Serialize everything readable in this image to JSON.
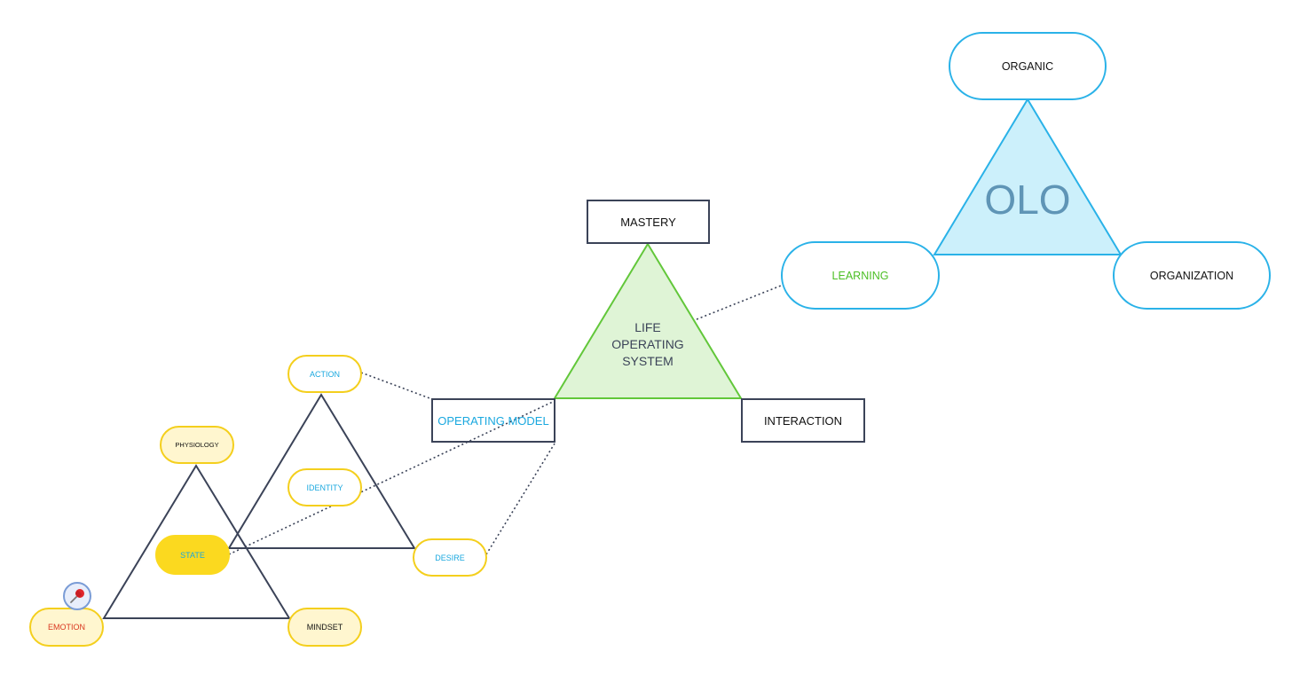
{
  "colors": {
    "blue_border": "#2ab2e8",
    "blue_fill": "#ccf0fb",
    "olo_text": "#5f95b6",
    "green_border": "#62c73a",
    "green_fill": "#dff4d6",
    "dark_stroke": "#3b4358",
    "yellow_border": "#f4cf1d",
    "yellow_fill": "#fbd91f",
    "cream_fill": "#fff6cf",
    "cyan_text": "#1aa8df",
    "green_text": "#4cbf25",
    "red_text": "#d9361f"
  },
  "olo": {
    "center_label": "OLO",
    "organic": "ORGANIC",
    "learning": "LEARNING",
    "organization": "ORGANIZATION"
  },
  "life_os": {
    "center_label": "LIFE\nOPERATING\nSYSTEM",
    "mastery": "MASTERY",
    "operating_model": "OPERATING MODEL",
    "interaction": "INTERACTION"
  },
  "operating_model": {
    "action": "ACTION",
    "identity": "IDENTITY",
    "desire": "DESIRE"
  },
  "state_triangle": {
    "physiology": "PHYSIOLOGY",
    "state": "STATE",
    "emotion": "EMOTION",
    "mindset": "MINDSET"
  },
  "icons": {
    "pin": "pushpin-icon"
  }
}
